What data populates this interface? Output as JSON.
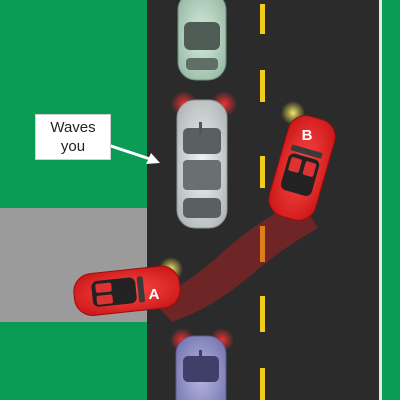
{
  "callout": {
    "line1": "Waves",
    "line2": "you"
  },
  "cars": {
    "a": {
      "label": "A"
    },
    "b": {
      "label": "B"
    }
  },
  "colors": {
    "grass": "#0a9b55",
    "road": "#2b2b2b",
    "side_road": "#9b9b9b",
    "lane_marking": "#f2cc1b",
    "edge_line": "#ffffff",
    "red_car": "#e11d1d",
    "silver_car": "#cfd3d4",
    "green_car": "#b8d7c4",
    "blue_car": "#8f8fc8",
    "brake_light": "#ff2a2a",
    "indicator": "#ffe94a"
  },
  "icons": {
    "arrow": "pointer-arrow-icon",
    "path": "turning-path-icon"
  }
}
